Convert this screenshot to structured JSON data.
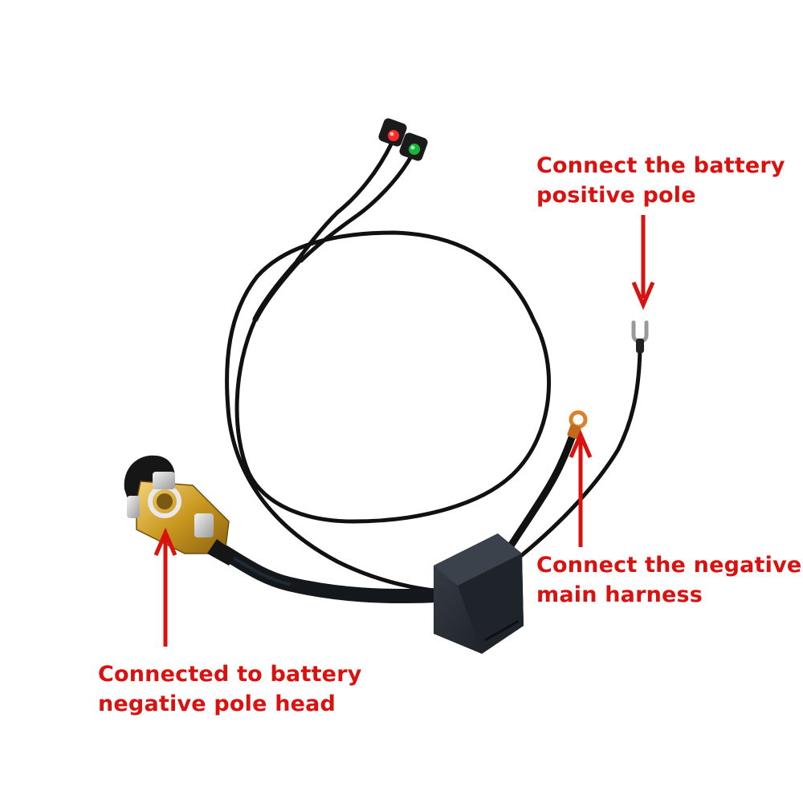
{
  "annotations": {
    "positive_pole": {
      "line1": "Connect the battery",
      "line2": "positive pole"
    },
    "negative_harness": {
      "line1": "Connect the negative",
      "line2": "main harness"
    },
    "pole_head": {
      "line1": "Connected to battery",
      "line2": "negative pole head"
    }
  },
  "colors": {
    "annotation": "#d9110f",
    "cable": "#111111",
    "led_red": "#ff2a2a",
    "led_green": "#17b53a",
    "brass": "#c9981f",
    "copper": "#d9822b",
    "module": "#23282f"
  }
}
